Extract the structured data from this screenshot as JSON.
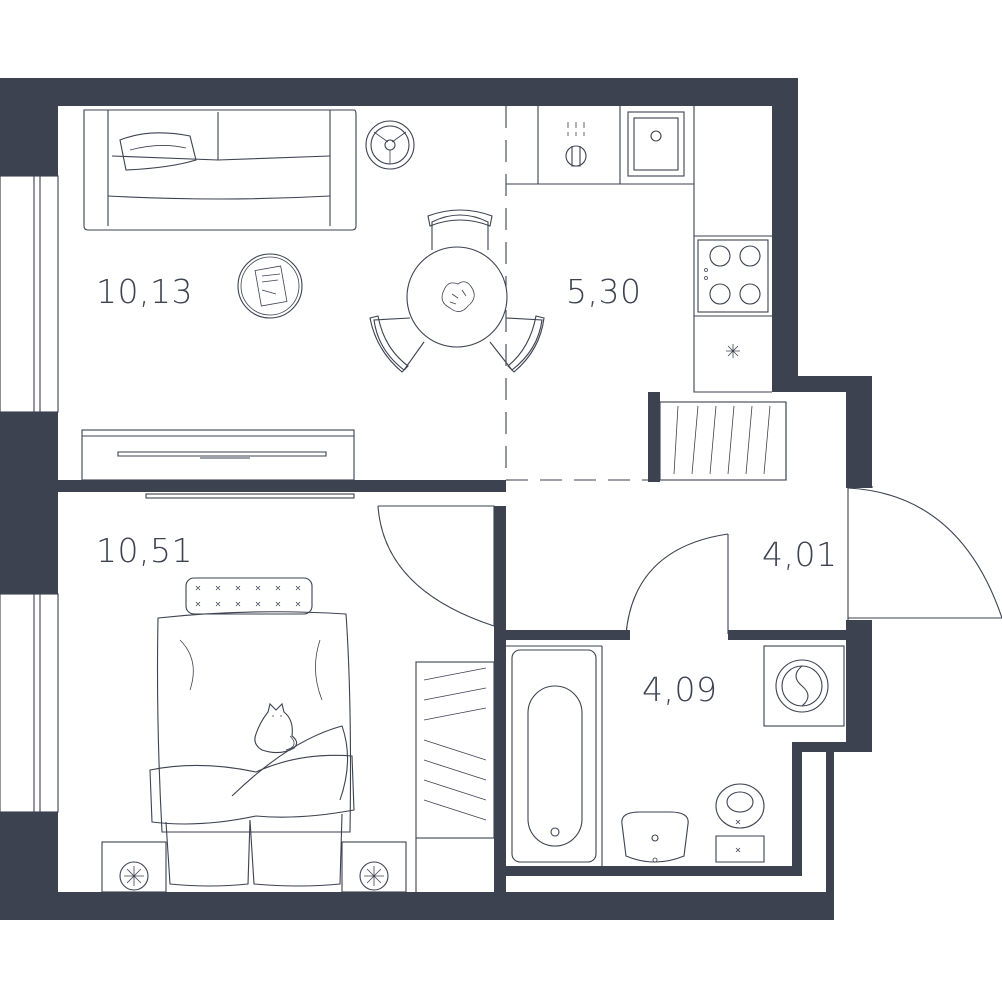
{
  "plan": {
    "colors": {
      "wall": "#3d4250",
      "line": "#3d4250",
      "background": "#ffffff"
    },
    "rooms": [
      {
        "id": "living-room",
        "area": "10,13"
      },
      {
        "id": "kitchen",
        "area": "5,30"
      },
      {
        "id": "bedroom",
        "area": "10,51"
      },
      {
        "id": "hallway",
        "area": "4,01"
      },
      {
        "id": "bathroom",
        "area": "4,09"
      }
    ],
    "icons": [
      "sofa-icon",
      "floor-lamp-icon",
      "coffee-table-icon",
      "dining-table-icon",
      "chair-icon",
      "tv-stand-icon",
      "stove-icon",
      "sink-icon",
      "faucet-icon",
      "wardrobe-icon",
      "bed-icon",
      "cat-icon",
      "nightstand-icon",
      "bathtub-icon",
      "washbasin-icon",
      "toilet-icon",
      "washing-machine-icon",
      "door-swing-icon",
      "window-icon"
    ]
  }
}
